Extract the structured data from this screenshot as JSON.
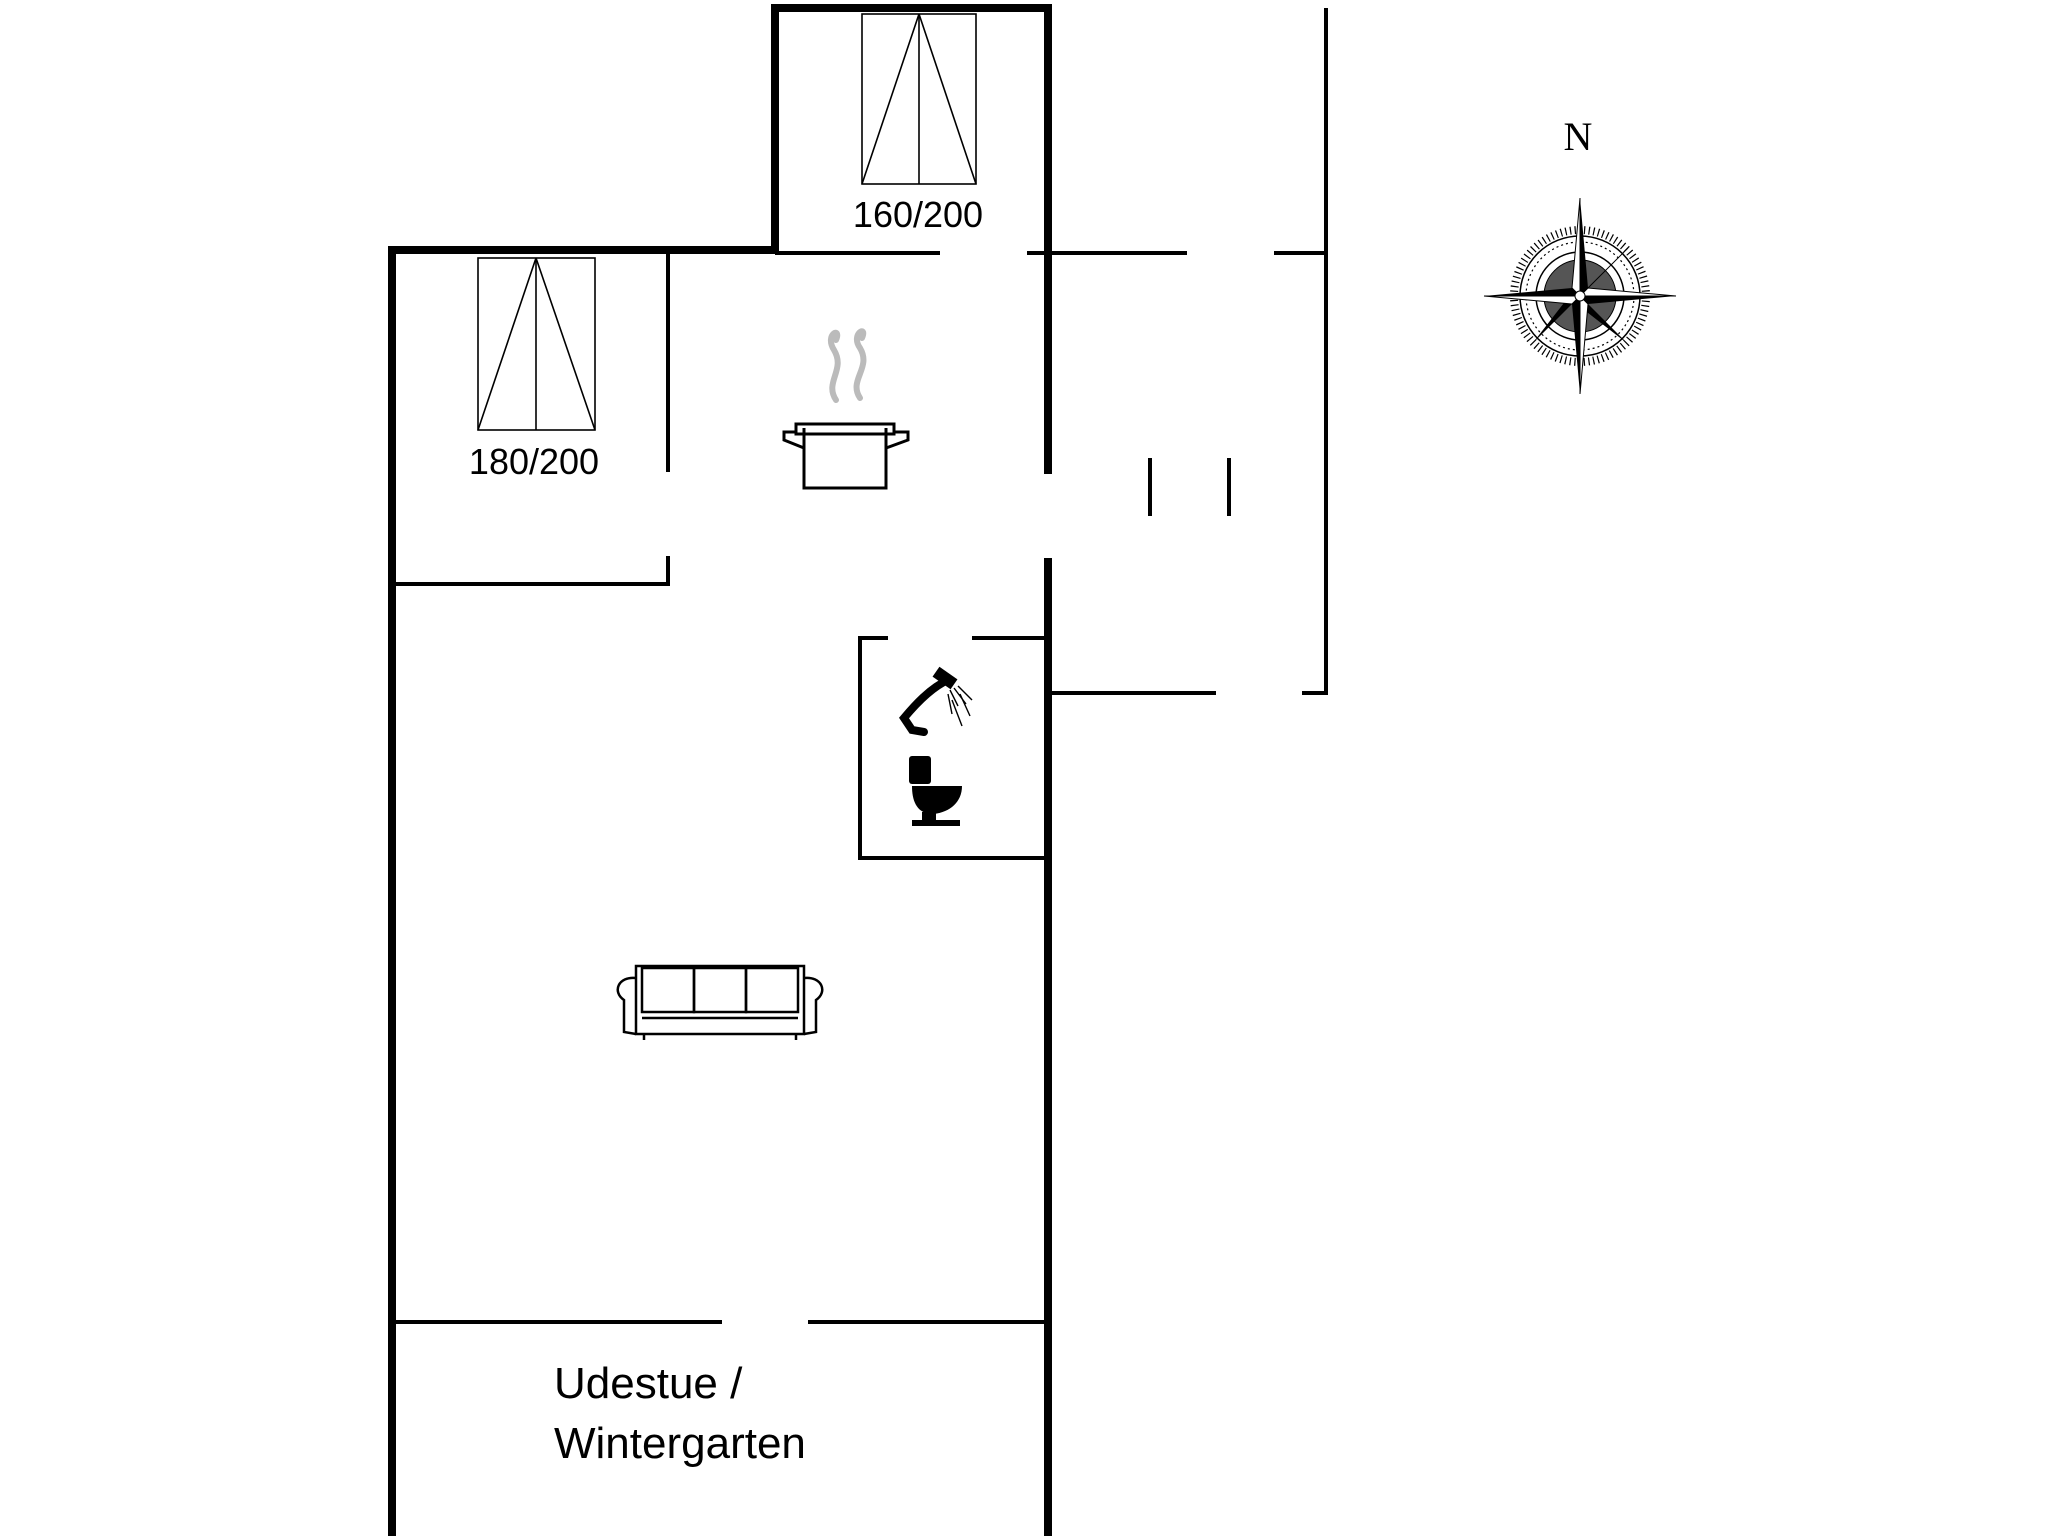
{
  "compass": {
    "label": "N",
    "icon": "compass-rose-icon"
  },
  "rooms": {
    "bedroom_1": {
      "bed_size": "180/200",
      "icon": "double-bed-icon"
    },
    "bedroom_2": {
      "bed_size": "160/200",
      "icon": "double-bed-icon"
    },
    "kitchen": {
      "icon": "cooking-pot-icon"
    },
    "bathroom": {
      "icons": [
        "shower-icon",
        "toilet-icon"
      ]
    },
    "living_room": {
      "icon": "sofa-icon"
    },
    "conservatory": {
      "label_line1": "Udestue /",
      "label_line2": "Wintergarten"
    }
  }
}
